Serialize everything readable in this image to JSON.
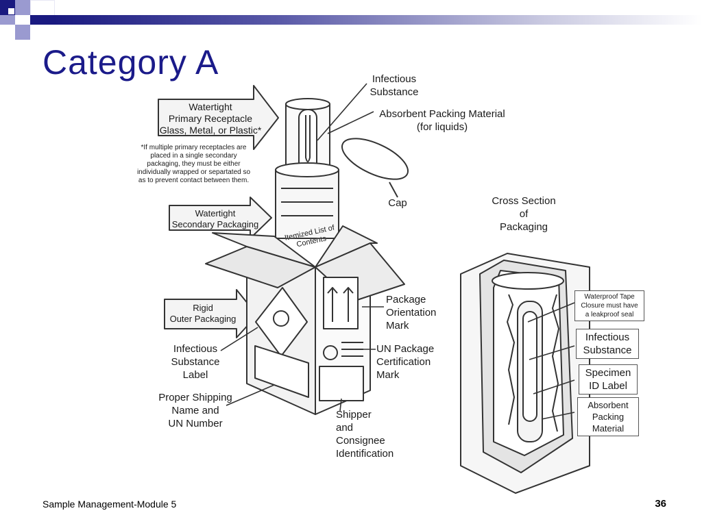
{
  "slide": {
    "title": "Category A",
    "footer_text": "Sample Management-Module 5",
    "page_number": "36"
  },
  "diagram": {
    "labels": {
      "infectious_substance_top": "Infectious\nSubstance",
      "absorbent_packing_top": "Absorbent Packing Material\n(for liquids)",
      "watertight_primary": "Watertight\nPrimary Receptacle\nGlass, Metal, or Plastic*",
      "multiple_receptacles_note": "*If multiple primary receptacles are\nplaced in a single secondary\npackaging, they must be either\nindividually wrapped or separtated so\nas to prevent contact between them.",
      "cap": "Cap",
      "cross_section": "Cross Section\nof\nPackaging",
      "watertight_secondary": "Watertight\nSecondary Packaging",
      "itemized_list": "Itemized List of\nContents",
      "package_orientation": "Package\nOrientation\nMark",
      "rigid_outer": "Rigid\nOuter Packaging",
      "infectious_label": "Infectious\nSubstance\nLabel",
      "un_certification": "UN Package\nCertification\nMark",
      "proper_shipping": "Proper Shipping\nName and\nUN Number",
      "shipper_consignee": "Shipper\nand\nConsignee\nIdentification",
      "waterproof_tape": "Waterproof Tape\nClosure must have\na leakproof seal",
      "infectious_substance_cs": "Infectious\nSubstance",
      "specimen_id": "Specimen\nID Label",
      "absorbent_packing_cs": "Absorbent\nPacking\nMaterial"
    }
  },
  "colors": {
    "title": "#1b1b8a",
    "accent_dark": "#1a1a80",
    "accent_light": "#9a9ad0"
  }
}
